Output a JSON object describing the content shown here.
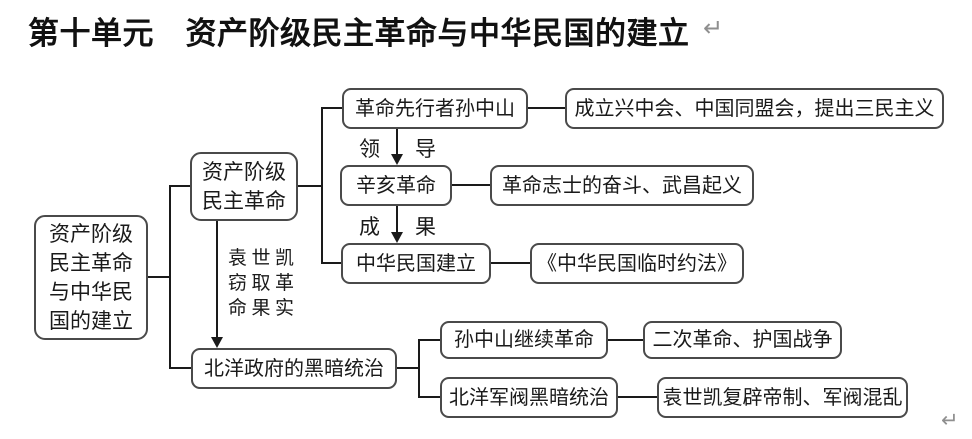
{
  "title": {
    "text": "第十单元　资产阶级民主革命与中华民国的建立",
    "return_mark": "↵"
  },
  "footer": {
    "return_mark": "↵"
  },
  "colors": {
    "box_border": "#4a4a4a",
    "connector": "#1a1a1a",
    "text": "#1a1a1a",
    "paragraph_mark": "#8f8f8f",
    "background": "#ffffff"
  },
  "diagram": {
    "nodes": {
      "root": {
        "label": "资产阶级\n民主革命\n与中华民\n国的建立"
      },
      "branch_revolution": {
        "label": "资产阶级\n民主革命"
      },
      "sun_pioneer": {
        "label": "革命先行者孙中山"
      },
      "sun_pioneer_detail": {
        "label": "成立兴中会、中国同盟会，提出三民主义"
      },
      "xinhai": {
        "label": "辛亥革命"
      },
      "xinhai_detail": {
        "label": "革命志士的奋斗、武昌起义"
      },
      "minguo": {
        "label": "中华民国建立"
      },
      "minguo_detail": {
        "label": "《中华民国临时约法》"
      },
      "beiyang": {
        "label": "北洋政府的黑暗统治"
      },
      "sun_continue": {
        "label": "孙中山继续革命"
      },
      "sun_continue_detail": {
        "label": "二次革命、护国战争"
      },
      "warlords": {
        "label": "北洋军阀黑暗统治"
      },
      "warlords_detail": {
        "label": "袁世凯复辟帝制、军阀混乱"
      }
    },
    "edge_labels": {
      "lead": [
        "领",
        "导"
      ],
      "result": [
        "成",
        "果"
      ],
      "usurp": "袁世凯\n窃取革\n命果实"
    }
  }
}
